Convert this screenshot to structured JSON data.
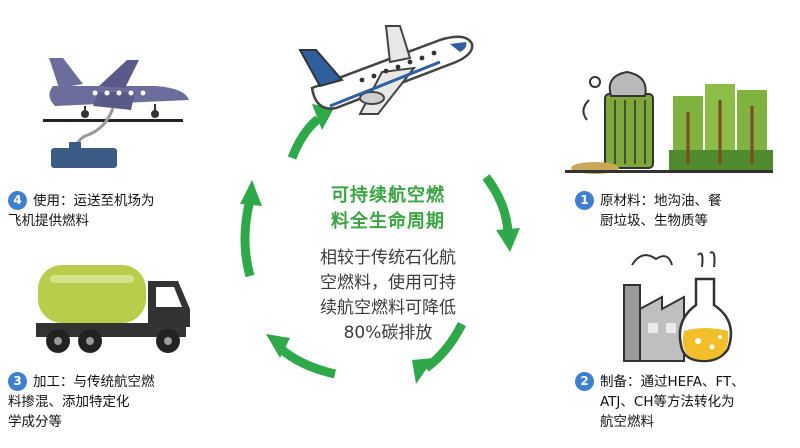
{
  "center": {
    "title_line1": "可持续航空燃",
    "title_line2": "料全生命周期",
    "desc_line1": "相较于传统石化航",
    "desc_line2": "空燃料，使用可持",
    "desc_line3": "续航空燃料可降低",
    "desc_line4": "80%碳排放"
  },
  "steps": [
    {
      "num": "1",
      "line1": "原材料：地沟油、餐",
      "line2": "厨垃圾、生物质等"
    },
    {
      "num": "2",
      "line1": "制备：通过HEFA、FT、",
      "line2": "ATJ、CH等方法转化为",
      "line3": "航空燃料"
    },
    {
      "num": "3",
      "line1": "加工：与传统航空燃",
      "line2": "料掺混、添加特定化",
      "line3": "学成分等"
    },
    {
      "num": "4",
      "line1": "使用：运送至机场为",
      "line2": "飞机提供燃料"
    }
  ],
  "colors": {
    "green": "#3aa542",
    "badge": "#3f7fd0"
  }
}
